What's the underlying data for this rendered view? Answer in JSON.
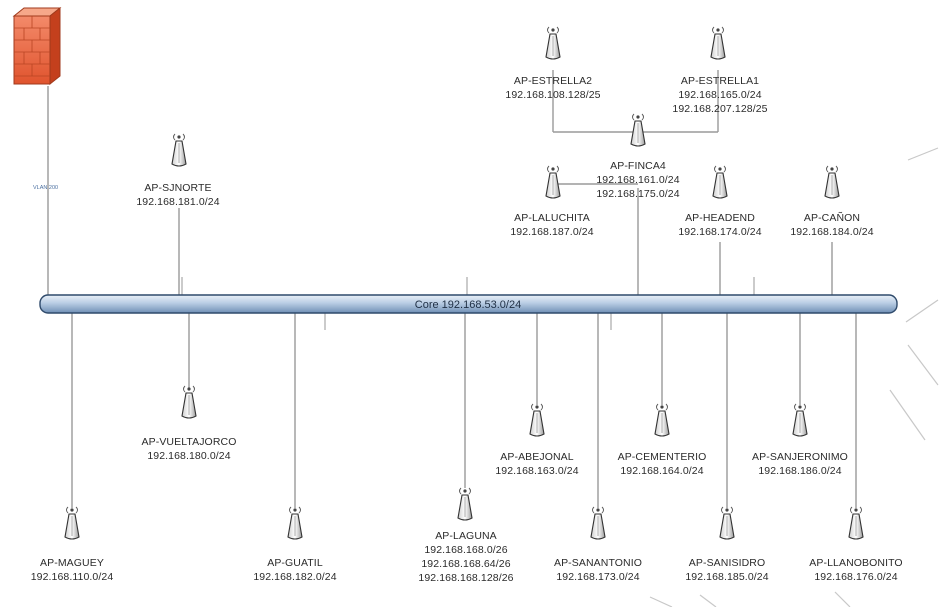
{
  "vlan_label": "VLAN 200",
  "core_label": "Core 192.168.53.0/24",
  "access_points": {
    "sjnorte": {
      "name": "AP-SJNORTE",
      "nets": [
        "192.168.181.0/24"
      ]
    },
    "estrella2": {
      "name": "AP-ESTRELLA2",
      "nets": [
        "192.168.108.128/25"
      ]
    },
    "estrella1": {
      "name": "AP-ESTRELLA1",
      "nets": [
        "192.168.165.0/24",
        "192.168.207.128/25"
      ]
    },
    "finca4": {
      "name": "AP-FINCA4",
      "nets": [
        "192.168.161.0/24",
        "192.168.175.0/24"
      ]
    },
    "laluchita": {
      "name": "AP-LALUCHITA",
      "nets": [
        "192.168.187.0/24"
      ]
    },
    "headend": {
      "name": "AP-HEADEND",
      "nets": [
        "192.168.174.0/24"
      ]
    },
    "canon": {
      "name": "AP-CAÑON",
      "nets": [
        "192.168.184.0/24"
      ]
    },
    "maguey": {
      "name": "AP-MAGUEY",
      "nets": [
        "192.168.110.0/24"
      ]
    },
    "vueltajorco": {
      "name": "AP-VUELTAJORCO",
      "nets": [
        "192.168.180.0/24"
      ]
    },
    "guatil": {
      "name": "AP-GUATIL",
      "nets": [
        "192.168.182.0/24"
      ]
    },
    "laguna": {
      "name": "AP-LAGUNA",
      "nets": [
        "192.168.168.0/26",
        "192.168.168.64/26",
        "192.168.168.128/26"
      ]
    },
    "abejonal": {
      "name": "AP-ABEJONAL",
      "nets": [
        "192.168.163.0/24"
      ]
    },
    "sanantonio": {
      "name": "AP-SANANTONIO",
      "nets": [
        "192.168.173.0/24"
      ]
    },
    "cementerio": {
      "name": "AP-CEMENTERIO",
      "nets": [
        "192.168.164.0/24"
      ]
    },
    "sanisidro": {
      "name": "AP-SANISIDRO",
      "nets": [
        "192.168.185.0/24"
      ]
    },
    "sanjeronimo": {
      "name": "AP-SANJERONIMO",
      "nets": [
        "192.168.186.0/24"
      ]
    },
    "llanobonito": {
      "name": "AP-LLANOBONITO",
      "nets": [
        "192.168.176.0/24"
      ]
    }
  }
}
